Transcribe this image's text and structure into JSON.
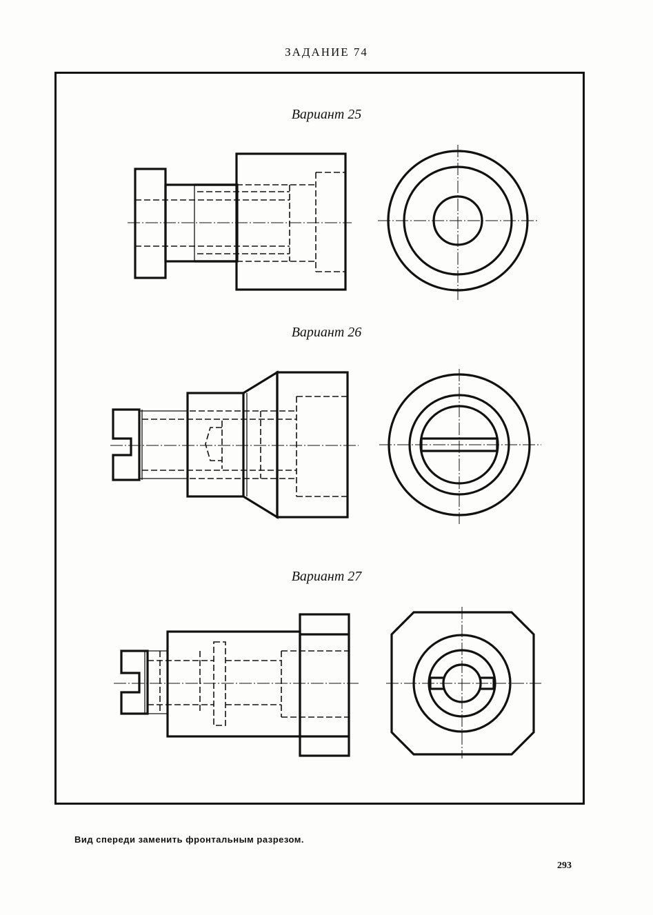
{
  "header": {
    "title": "ЗАДАНИЕ 74"
  },
  "variants": [
    {
      "title": "Вариант 25"
    },
    {
      "title": "Вариант 26"
    },
    {
      "title": "Вариант 27"
    }
  ],
  "footer": {
    "instruction": "Вид спереди заменить фронтальным разрезом.",
    "page_number": "293"
  }
}
